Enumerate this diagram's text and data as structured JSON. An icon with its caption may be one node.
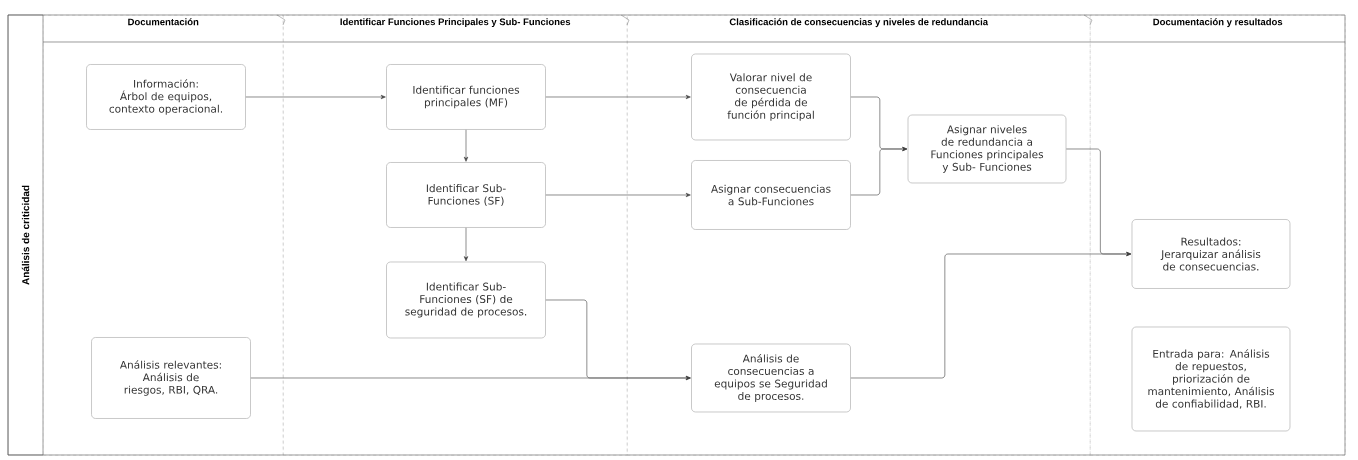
{
  "diagram": {
    "nodes": [
      {
        "text": [
          "Análisis de criticidad"
        ]
      },
      {
        "text": [
          "Documentación"
        ]
      },
      {
        "text": [
          "Identificar Funciones Principales y Sub- Funciones"
        ]
      },
      {
        "text": [
          "Clasificación de consecuencias y niveles de redundancia"
        ]
      },
      {
        "text": [
          "Documentación y resultados"
        ]
      },
      {
        "text": [
          "Información: Árbol de equipos, contexto operacional."
        ],
        "in": 1
      },
      {
        "text": [
          "Identificar funciones principales (MF)"
        ],
        "in": 2
      },
      {
        "text": [
          "Identificar Sub-Funciones (SF)"
        ],
        "in": 2
      },
      {
        "text": [
          "Identificar Sub-Funciones (SF) de seguridad de procesos."
        ],
        "in": 2
      },
      {
        "text": [
          "Análisis relevantes: Análisis de riesgos, RBI, QRA."
        ],
        "in": 1
      },
      {
        "text": [
          "Valorar nivel de consecuencia de pérdida de función principal"
        ],
        "in": 3
      },
      {
        "text": [
          "Asignar consecuencias a Sub-Funciones"
        ],
        "in": 3
      },
      {
        "text": [
          "Asignar niveles de redundancia a Funciones principales y Sub- Funciones"
        ],
        "in": 3
      },
      {
        "text": [
          "Análisis de consecuencias a equipos se Seguridad de procesos."
        ],
        "in": 3
      },
      {
        "text": [
          "Resultados: Jerarquizar análisis de consecuencias."
        ],
        "in": 4
      },
      {
        "text": [
          "Entrada para: Análisis de repuestos, priorización de mantenimiento, Análisis de confiabilidad, RBI."
        ],
        "in": 4
      }
    ],
    "edges": [
      {
        "from": 5,
        "to": 6,
        "arrow": "to"
      },
      {
        "from": 6,
        "to": 10,
        "arrow": "to"
      },
      {
        "from": 6,
        "to": 7,
        "arrow": "to"
      },
      {
        "from": 7,
        "to": 8,
        "arrow": "to"
      },
      {
        "from": 7,
        "to": 11,
        "arrow": "to"
      },
      {
        "from": 10,
        "to": 12,
        "arrow": "to"
      },
      {
        "from": 11,
        "to": 12,
        "arrow": "to"
      },
      {
        "from": 12,
        "to": 14,
        "arrow": "to"
      },
      {
        "from": 8,
        "to": 13,
        "arrow": "to"
      },
      {
        "from": 9,
        "to": 13,
        "arrow": "to"
      },
      {
        "from": 13,
        "to": 14,
        "arrow": "to"
      }
    ]
  }
}
